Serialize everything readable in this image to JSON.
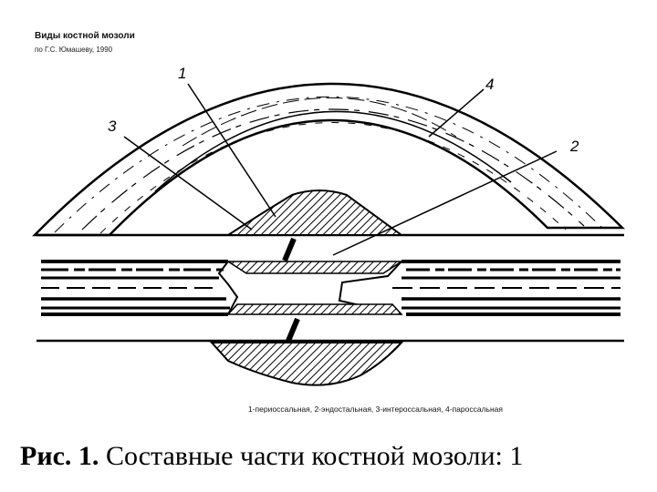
{
  "header": {
    "title": "Виды костной мозоли",
    "subtitle": "по Г.С. Юмашеву, 1990"
  },
  "callouts": [
    "1",
    "2",
    "3",
    "4"
  ],
  "legend": "1-периоссальная, 2-эндостальная, 3-интероссальная, 4-пароссальная",
  "caption": {
    "prefix": "Рис. 1.",
    "text": " Составные части костной мозоли: 1"
  }
}
